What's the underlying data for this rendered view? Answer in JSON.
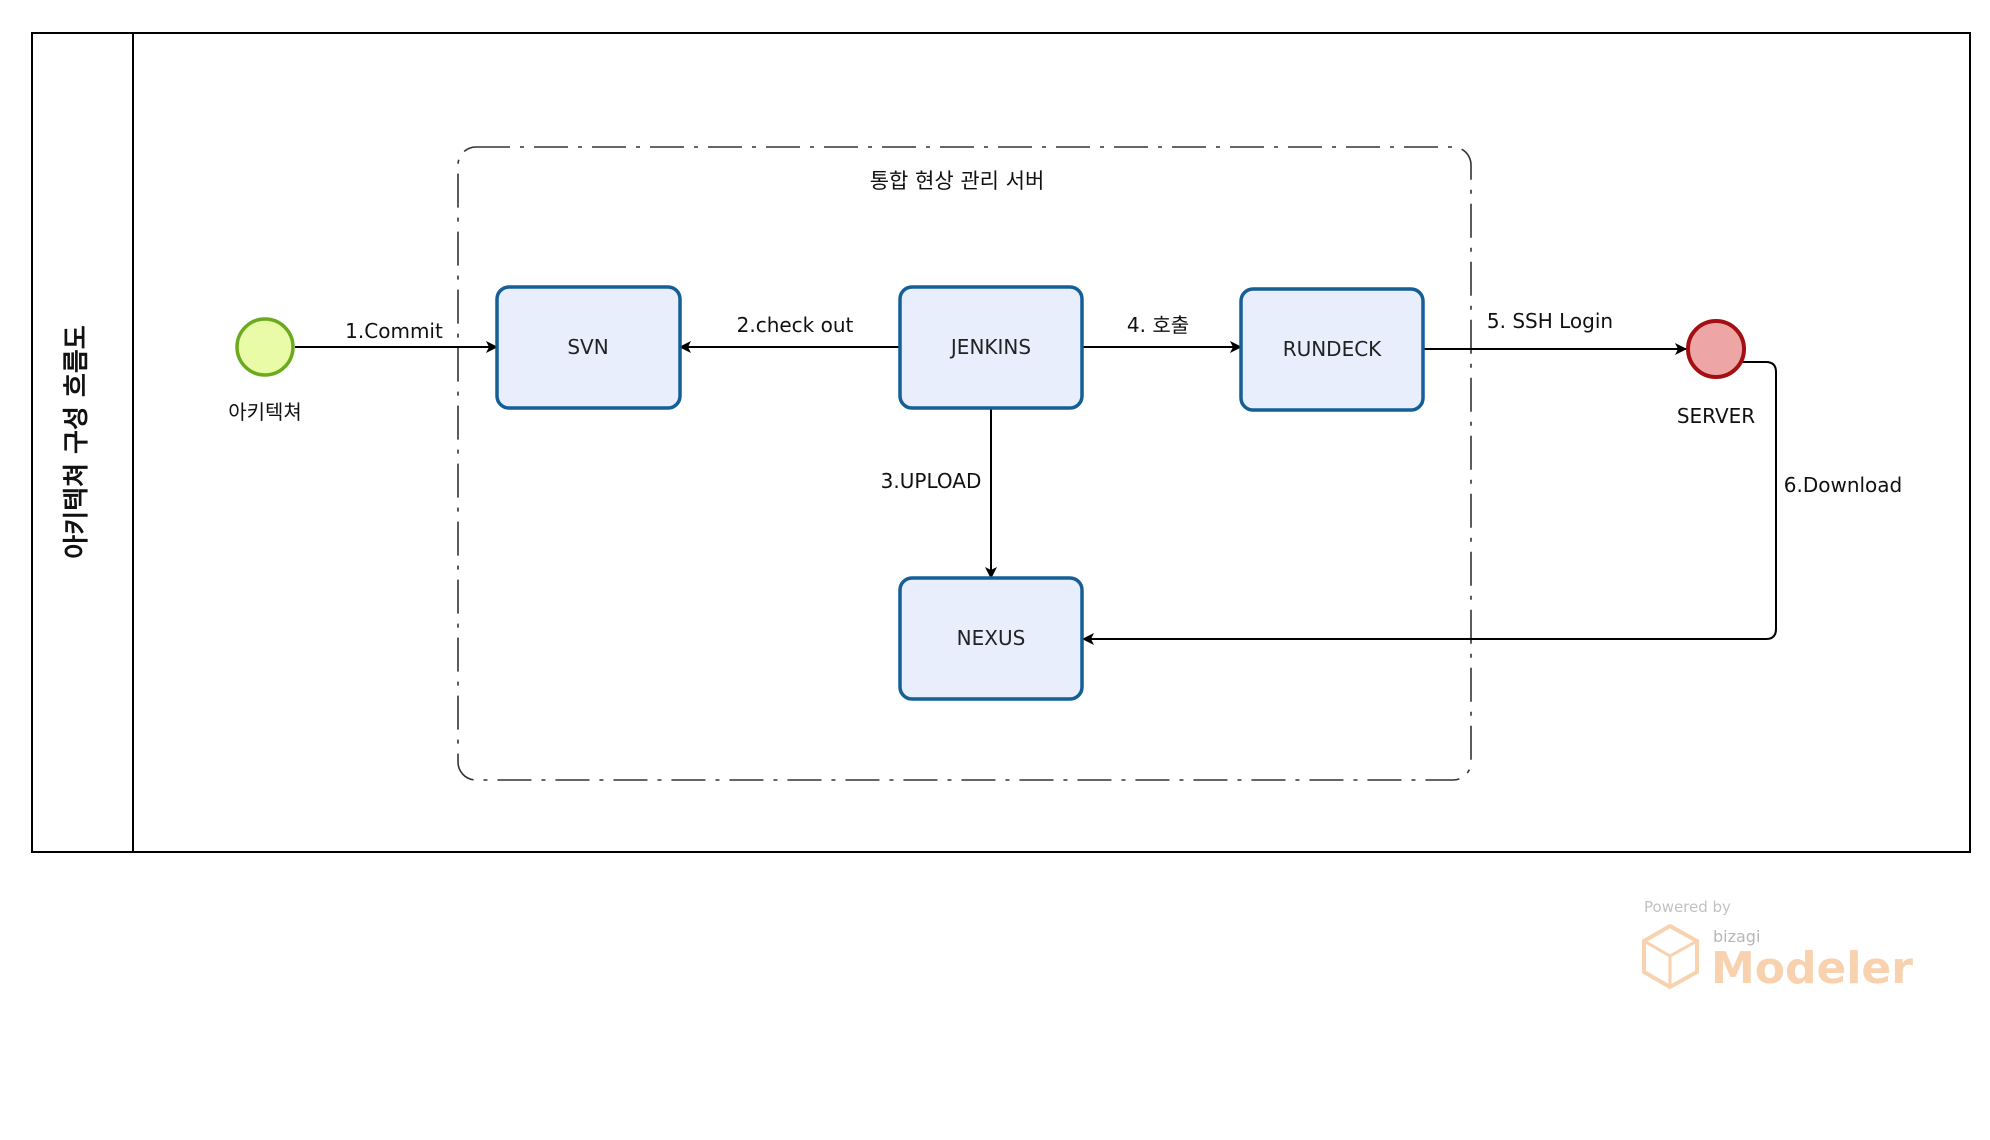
{
  "pool": {
    "title": "아키텍쳐 구성 흐름도"
  },
  "group": {
    "title": "통합 현상 관리 서버"
  },
  "tasks": {
    "svn": "SVN",
    "jenkins": "JENKINS",
    "rundeck": "RUNDECK",
    "nexus": "NEXUS"
  },
  "events": {
    "start": "아키텍쳐",
    "end": "SERVER"
  },
  "flows": {
    "commit": "1.Commit",
    "checkout": "2.check out",
    "upload": "3.UPLOAD",
    "call": "4. 호출",
    "ssh": "5. SSH Login",
    "download": "6.Download"
  },
  "watermark": {
    "powered_by": "Powered by",
    "brand_small": "bizagi",
    "brand": "Modeler"
  },
  "colors": {
    "task_fill": "#e8eefc",
    "task_stroke": "#155f96",
    "start_fill": "#e9fba6",
    "start_stroke": "#6aaa1c",
    "end_fill": "#eea5a5",
    "end_stroke": "#a30f12",
    "watermark": "#f5b37a"
  }
}
